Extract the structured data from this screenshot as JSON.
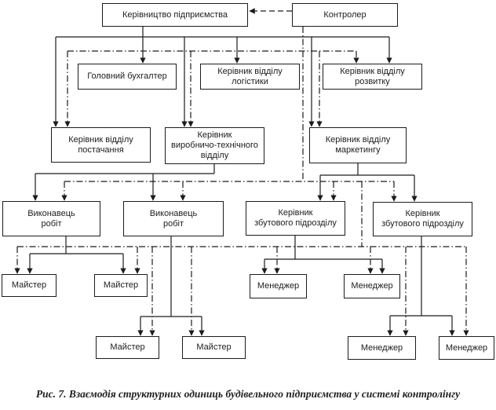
{
  "caption": "Рис. 7. Взаємодія структурних одиниць будівельного підприємства у системі контролінгу",
  "ink_color": "#1c1c1c",
  "nodes": [
    {
      "id": "management",
      "label": "Керівництво підприємства"
    },
    {
      "id": "controller",
      "label": "Контролер"
    },
    {
      "id": "chief-accountant",
      "label": "Головний бухгалтер"
    },
    {
      "id": "logistics-head",
      "label": "Керівник відділу\nлогістики"
    },
    {
      "id": "development-head",
      "label": "Керівник відділу\nрозвитку"
    },
    {
      "id": "supply-head",
      "label": "Керівник відділу\nпостачання"
    },
    {
      "id": "production-technical-head",
      "label": "Керівник\nвиробничо-технічного\nвідділу"
    },
    {
      "id": "marketing-head",
      "label": "Керівник відділу\nмаркетингу"
    },
    {
      "id": "works-executor-1",
      "label": "Виконавець\nробіт"
    },
    {
      "id": "works-executor-2",
      "label": "Виконавець\nробіт"
    },
    {
      "id": "sales-unit-head-1",
      "label": "Керівник\nзбутового підрозділу"
    },
    {
      "id": "sales-unit-head-2",
      "label": "Керівник\nзбутового підрозділу"
    },
    {
      "id": "master-1",
      "label": "Майстер"
    },
    {
      "id": "master-2",
      "label": "Майстер"
    },
    {
      "id": "manager-1",
      "label": "Менеджер"
    },
    {
      "id": "manager-2",
      "label": "Менеджер"
    },
    {
      "id": "master-3",
      "label": "Майстер"
    },
    {
      "id": "master-4",
      "label": "Майстер"
    },
    {
      "id": "manager-3",
      "label": "Менеджер"
    },
    {
      "id": "manager-4",
      "label": "Менеджер"
    }
  ]
}
